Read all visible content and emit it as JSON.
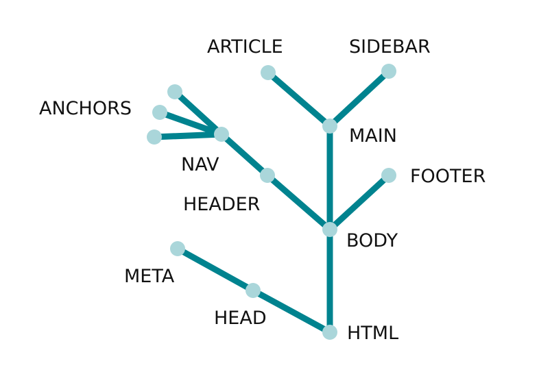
{
  "diagram": {
    "colors": {
      "edge": "#00838f",
      "node": "#aad6da",
      "text": "#111111",
      "background": "#ffffff"
    },
    "nodes": {
      "html": {
        "label": "HTML"
      },
      "head": {
        "label": "HEAD"
      },
      "meta": {
        "label": "META"
      },
      "body": {
        "label": "BODY"
      },
      "header": {
        "label": "HEADER"
      },
      "nav": {
        "label": "NAV"
      },
      "anchors": {
        "label": "ANCHORS"
      },
      "main": {
        "label": "MAIN"
      },
      "article": {
        "label": "ARTICLE"
      },
      "sidebar": {
        "label": "SIDEBAR"
      },
      "footer": {
        "label": "FOOTER"
      }
    },
    "edges": [
      {
        "from": "html",
        "to": "body"
      },
      {
        "from": "html",
        "to": "head"
      },
      {
        "from": "head",
        "to": "meta"
      },
      {
        "from": "body",
        "to": "main"
      },
      {
        "from": "body",
        "to": "footer"
      },
      {
        "from": "body",
        "to": "header"
      },
      {
        "from": "header",
        "to": "nav"
      },
      {
        "from": "nav",
        "to": "anchors"
      },
      {
        "from": "main",
        "to": "article"
      },
      {
        "from": "main",
        "to": "sidebar"
      }
    ]
  }
}
